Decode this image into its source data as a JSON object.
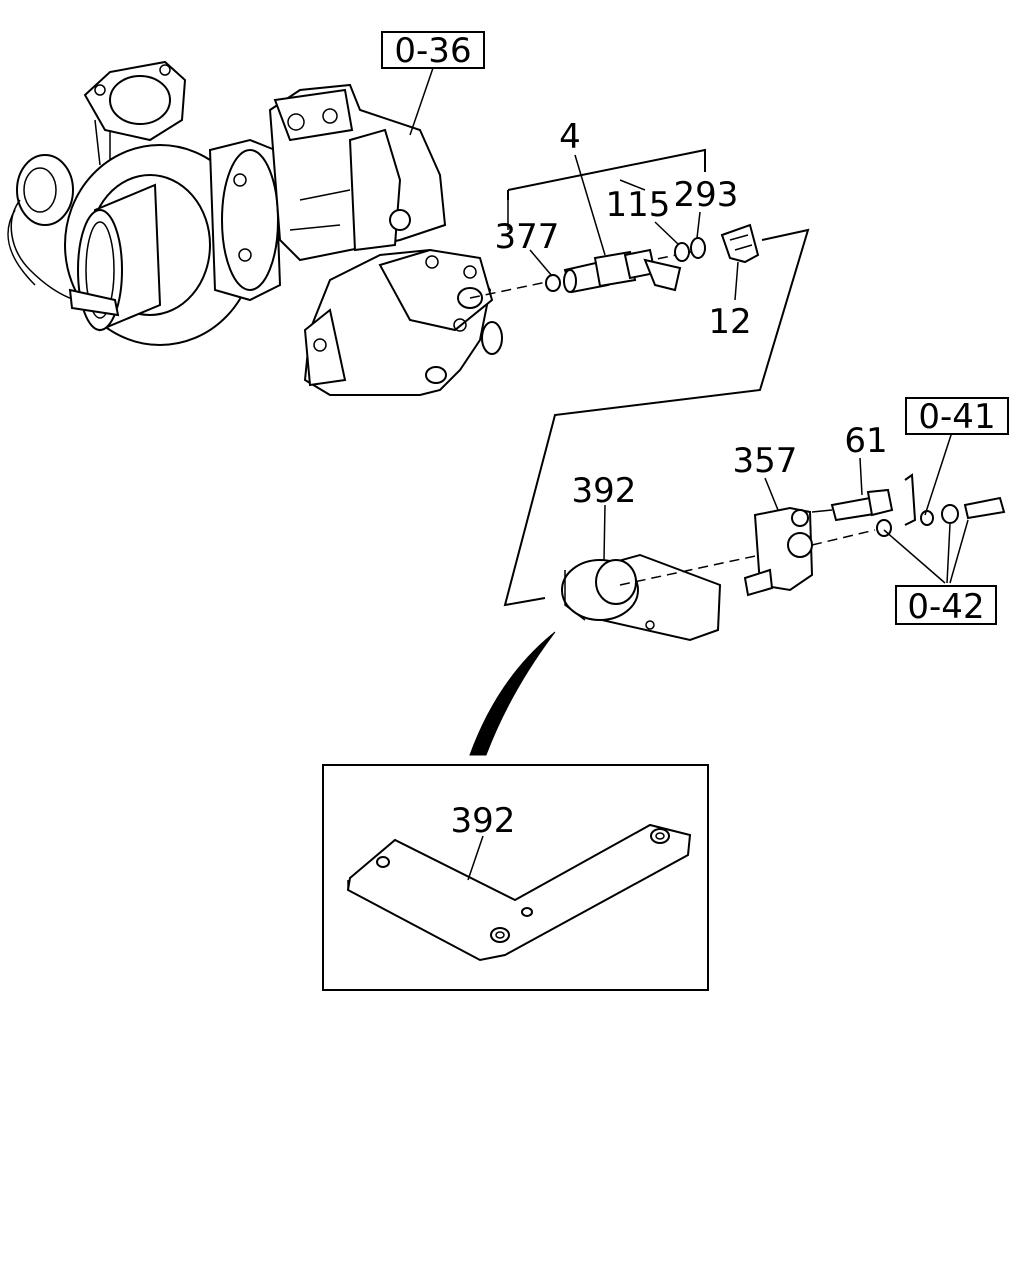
{
  "refs": {
    "turbo_ref": "0-36",
    "bracket_ref_top": "0-41",
    "bracket_ref_bottom": "0-42"
  },
  "callouts": {
    "sensor": "4",
    "clip": "12",
    "oring_a": "115",
    "oring_b": "293",
    "washer": "377",
    "bracket": "357",
    "bolt": "61",
    "plate": "392",
    "plate_detail": "392"
  }
}
